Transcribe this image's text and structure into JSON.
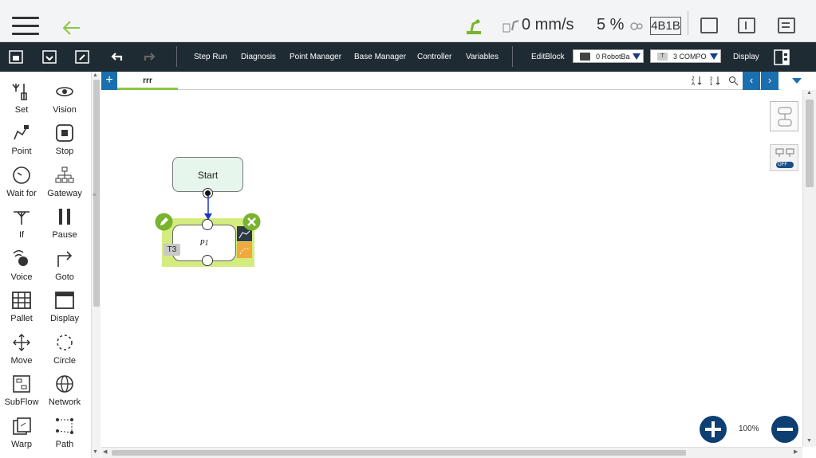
{
  "status": {
    "speed": "0 mm/s",
    "percent": "5 %",
    "mode_box": "4B1B"
  },
  "toolbar": {
    "items": [
      "Step Run",
      "Diagnosis",
      "Point Manager",
      "Base Manager",
      "Controller",
      "Variables"
    ],
    "edit_block": "EditBlock",
    "robot_dd": "0 RobotBa",
    "tool_dd": "3 COMPO",
    "tool_dd_badge": "T",
    "display": "Display"
  },
  "palette": {
    "items": [
      {
        "label": "Set",
        "icon": "tools-icon"
      },
      {
        "label": "Vision",
        "icon": "eye-icon"
      },
      {
        "label": "Point",
        "icon": "point-icon"
      },
      {
        "label": "Stop",
        "icon": "stop-icon"
      },
      {
        "label": "Wait for",
        "icon": "clock-icon"
      },
      {
        "label": "Gateway",
        "icon": "hierarchy-icon"
      },
      {
        "label": "If",
        "icon": "branch-icon"
      },
      {
        "label": "Pause",
        "icon": "pause-icon"
      },
      {
        "label": "Voice",
        "icon": "voice-icon"
      },
      {
        "label": "Goto",
        "icon": "goto-arrow-icon"
      },
      {
        "label": "Pallet",
        "icon": "grid-icon"
      },
      {
        "label": "Display",
        "icon": "window-icon"
      },
      {
        "label": "Move",
        "icon": "move-icon"
      },
      {
        "label": "Circle",
        "icon": "circle-dashed-icon"
      },
      {
        "label": "SubFlow",
        "icon": "subflow-icon"
      },
      {
        "label": "Network",
        "icon": "globe-icon"
      },
      {
        "label": "Warp",
        "icon": "warp-icon"
      },
      {
        "label": "Path",
        "icon": "path-icon"
      }
    ]
  },
  "tabs": {
    "add": "+",
    "active": "rrr"
  },
  "flow": {
    "start_label": "Start",
    "task_label": "P1",
    "task_tag": "T3"
  },
  "zoom": {
    "level": "100%"
  },
  "colors": {
    "accent_green": "#8cc63f",
    "toolbar_bg": "#1f2b33",
    "nav_blue": "#1a6fae",
    "zoom_button": "#0e3f73"
  }
}
